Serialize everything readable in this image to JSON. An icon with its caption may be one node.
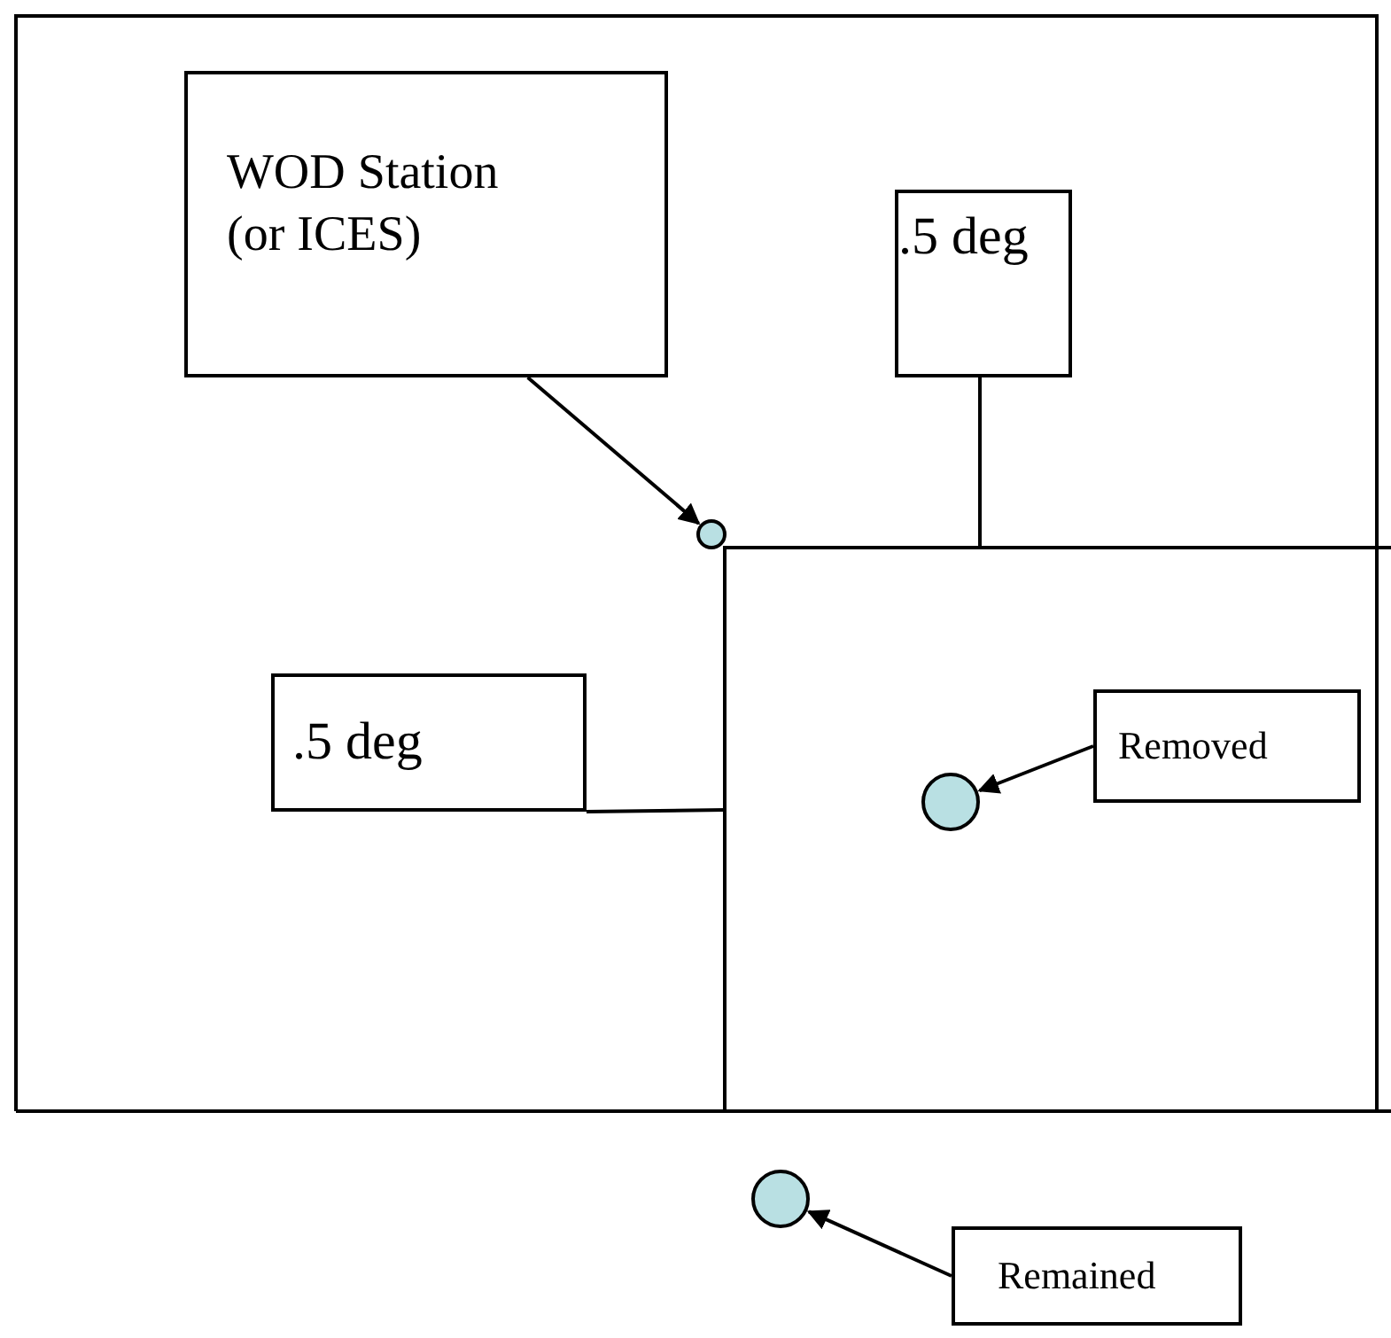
{
  "diagram": {
    "nodes": [
      {
        "text": [
          "WOD Station (or ICES)"
        ]
      },
      {
        "text": [
          ".5 deg"
        ]
      },
      {
        "text": [],
        "shape": "circle"
      },
      {
        "text": [
          ".5 deg"
        ]
      },
      {
        "text": [
          "Removed"
        ]
      },
      {
        "text": [],
        "shape": "circle"
      },
      {
        "text": [],
        "shape": "circle"
      },
      {
        "text": [
          "Remained"
        ]
      }
    ],
    "edges": [
      {
        "from": 0,
        "to": 2,
        "arrow": "to"
      },
      {
        "from": 1,
        "to": null,
        "arrow": "none"
      },
      {
        "from": 3,
        "to": null,
        "arrow": "none"
      },
      {
        "from": 4,
        "to": 5,
        "arrow": "to"
      },
      {
        "from": 7,
        "to": 6,
        "arrow": "to"
      }
    ]
  }
}
